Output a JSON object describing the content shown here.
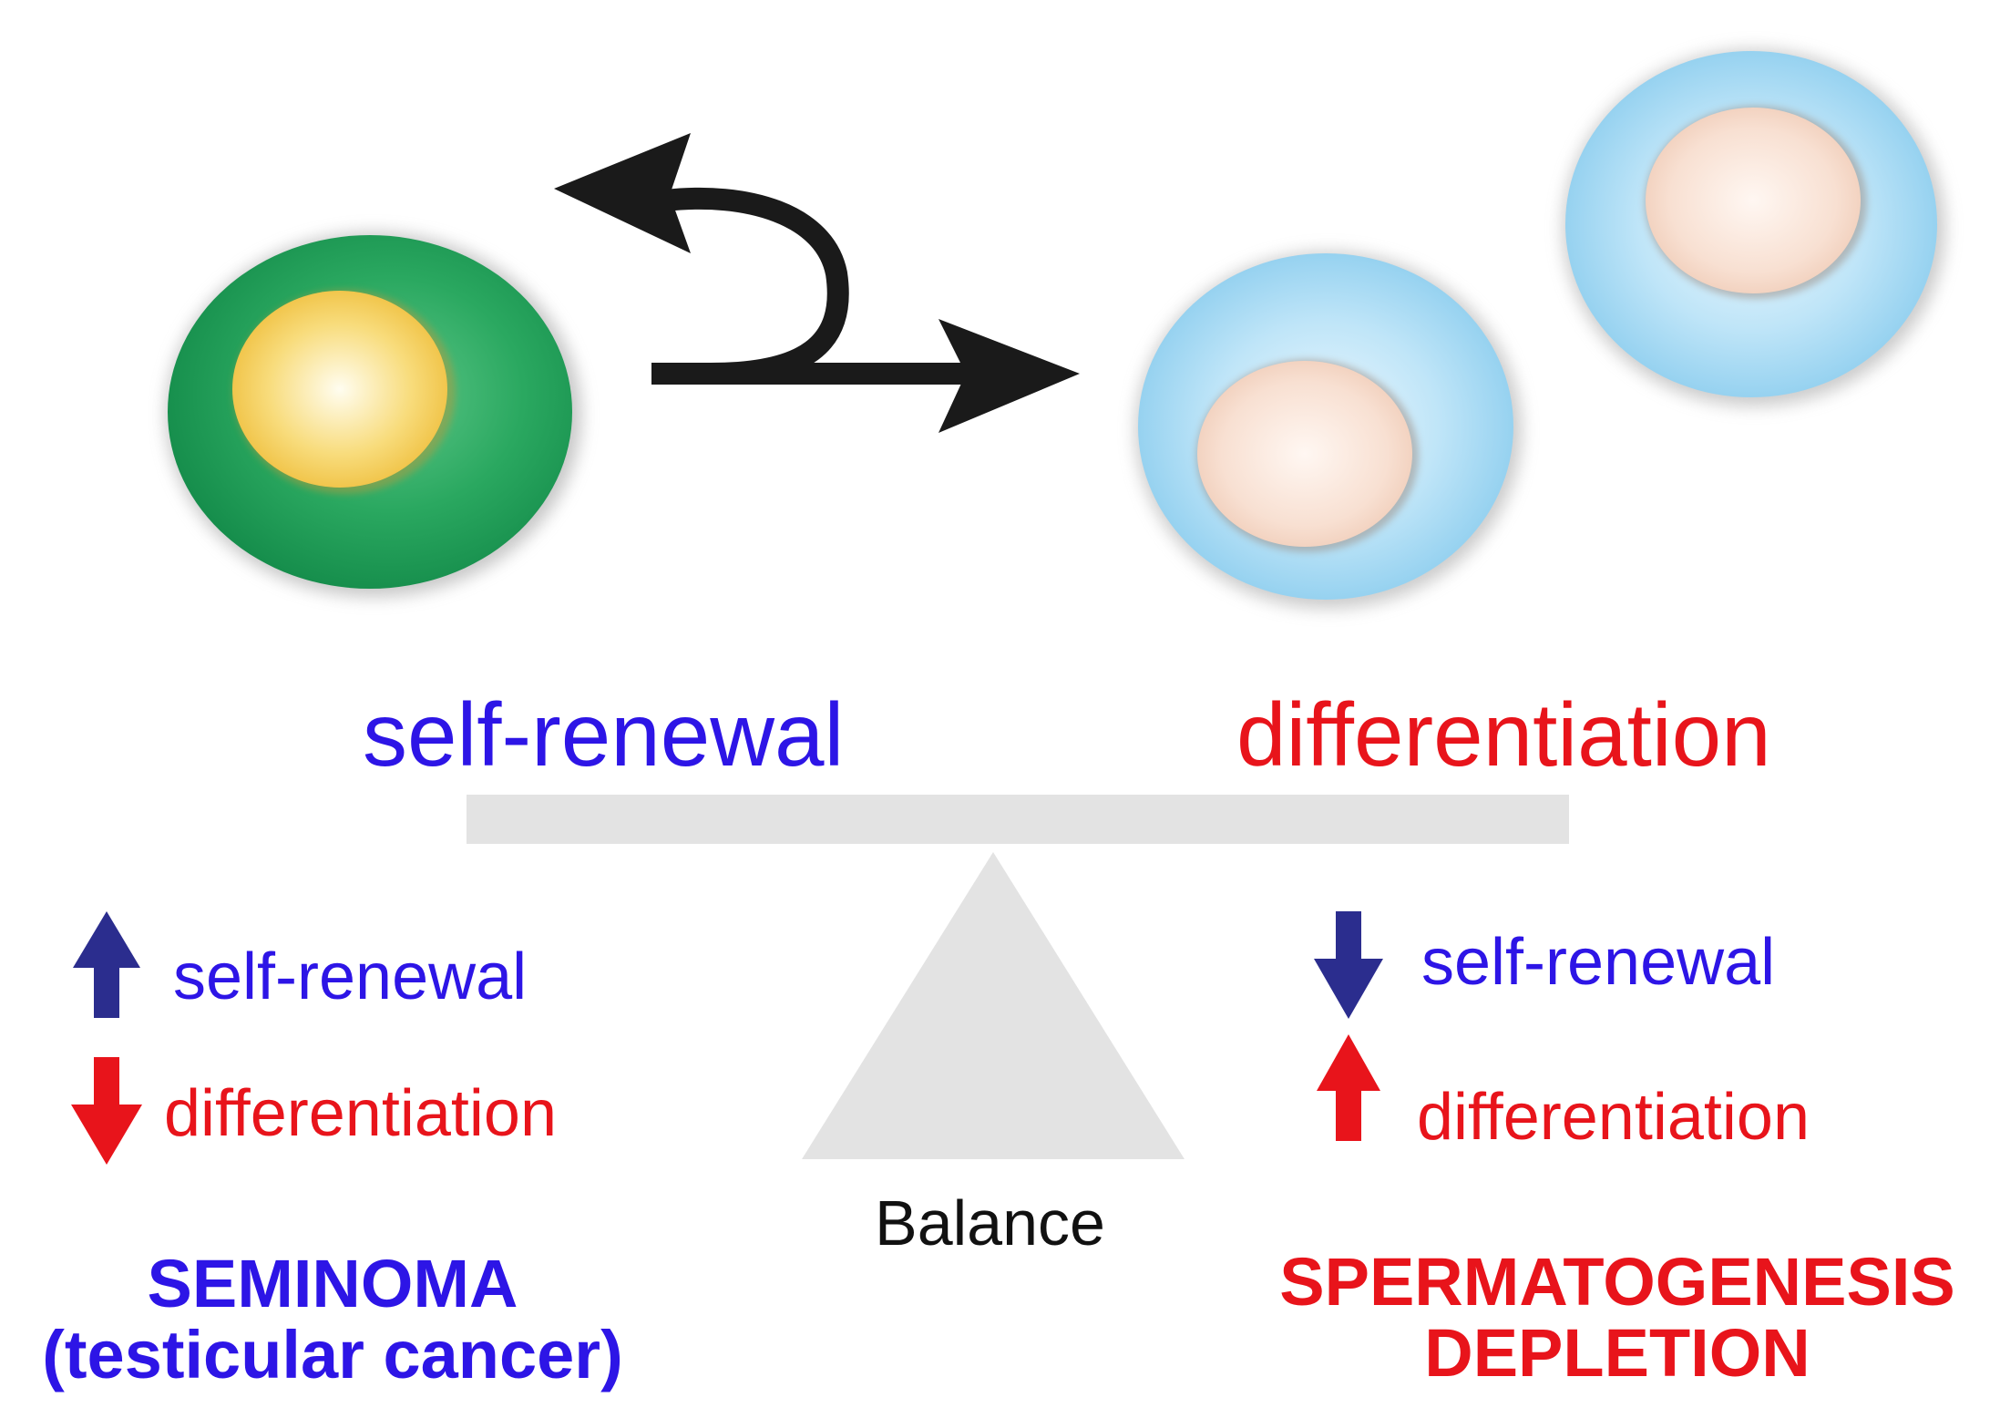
{
  "top": {
    "self_renewal_label": "self-renewal",
    "differentiation_label": "differentiation"
  },
  "left_panel": {
    "item_up": "self-renewal",
    "item_down": "differentiation",
    "outcome_line1": "SEMINOMA",
    "outcome_line2": "(testicular cancer)"
  },
  "right_panel": {
    "item_down": "self-renewal",
    "item_up": "differentiation",
    "outcome_line1": "SPERMATOGENESIS",
    "outcome_line2": "DEPLETION"
  },
  "balance_label": "Balance",
  "colors": {
    "self_renewal": "#2d15e6",
    "differentiation": "#e8141b",
    "arrow_blue": "#2b2d8e",
    "arrow_red": "#e8141b",
    "stem_cell": "#1fa15b",
    "stem_nucleus": "#f6cf58",
    "diff_cell": "#9ed6f2",
    "diff_nucleus": "#f7dccd",
    "scale": "#e3e3e3"
  }
}
